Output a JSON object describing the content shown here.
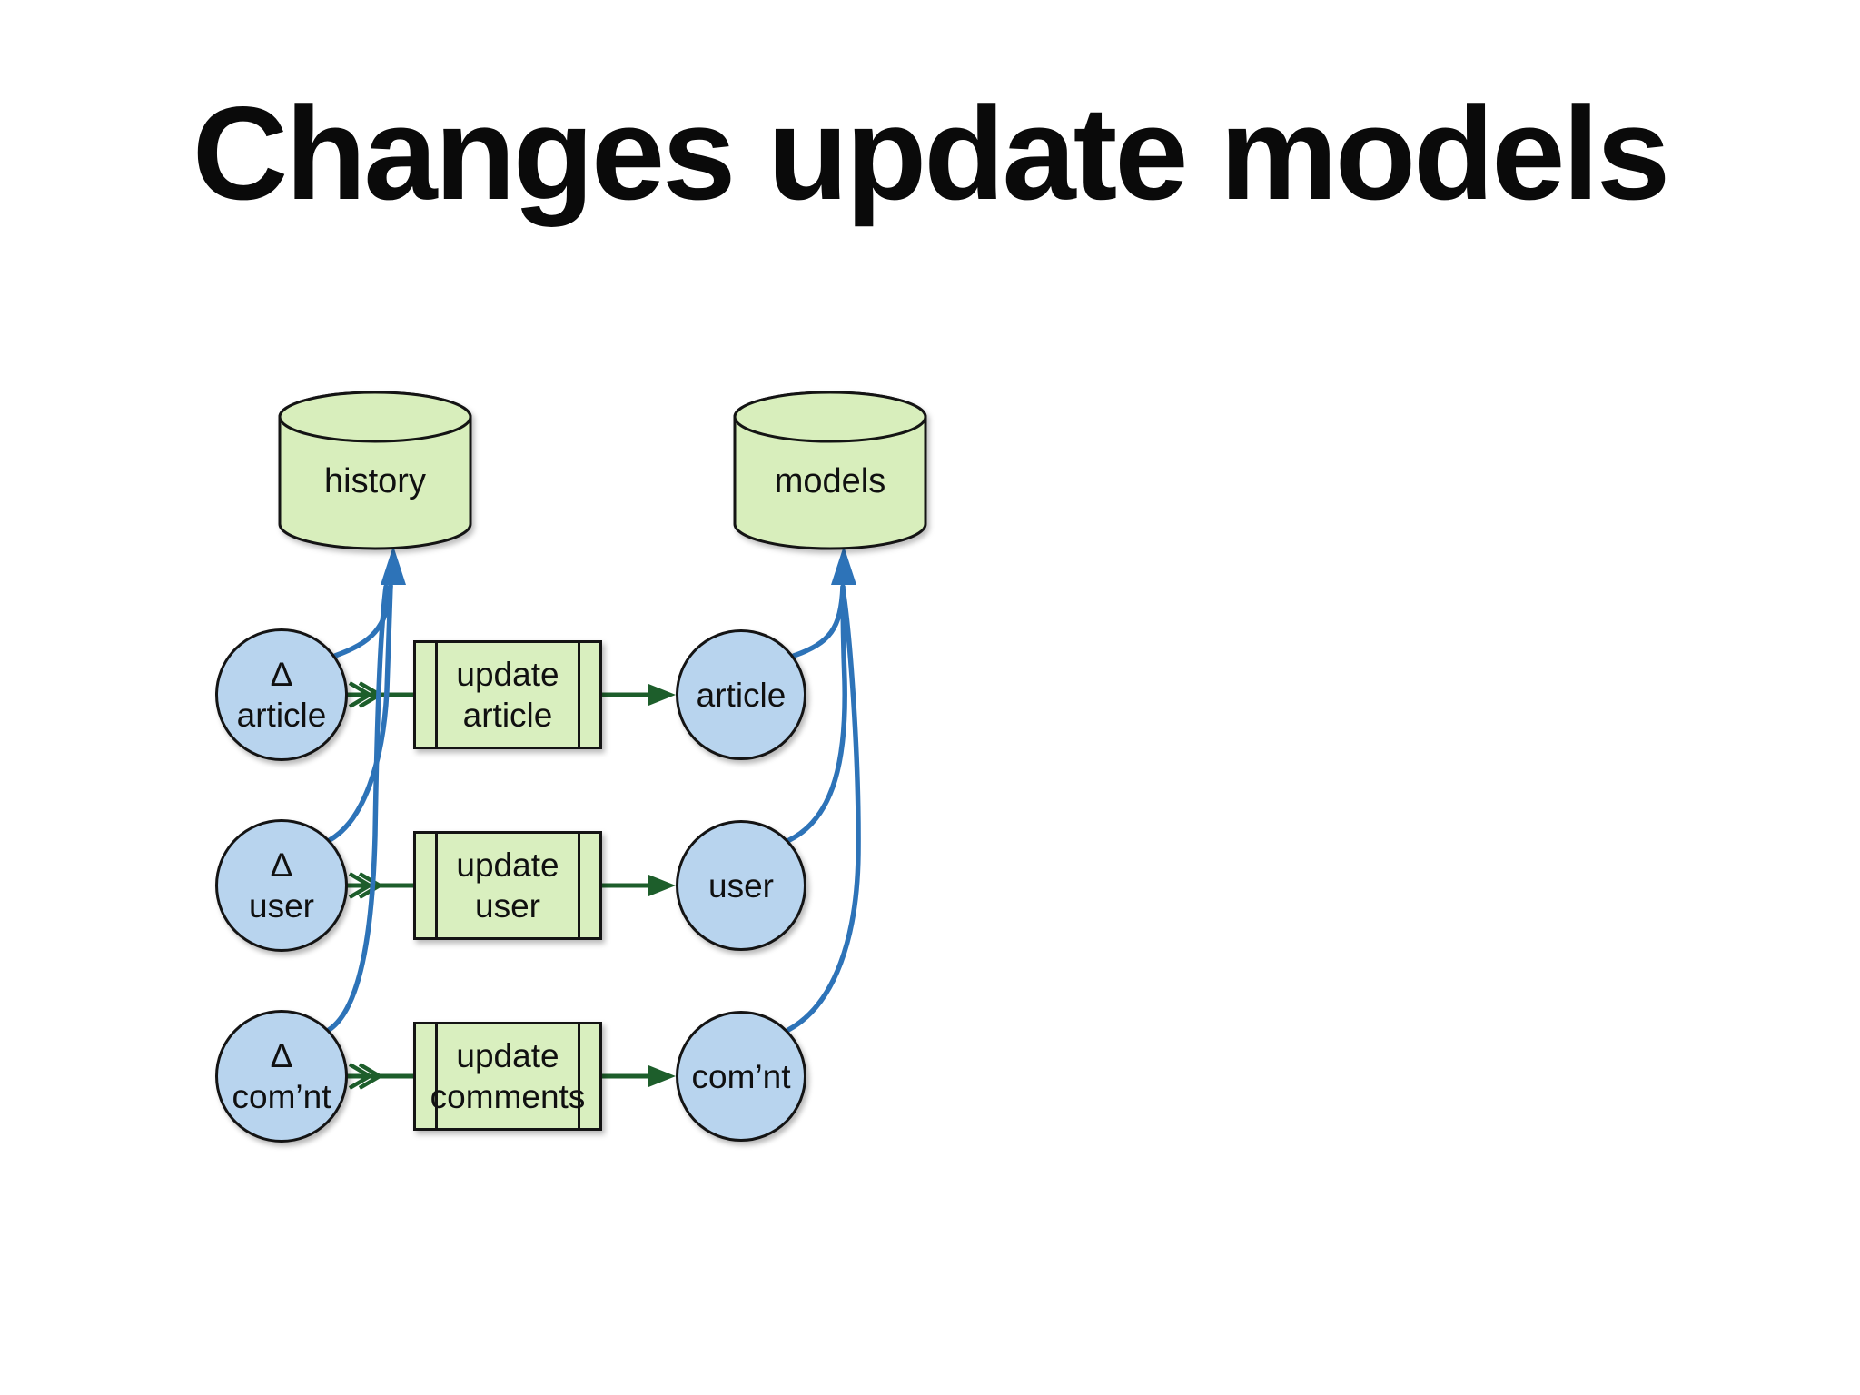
{
  "slide": {
    "title": "Changes update models",
    "background": "#ffffff"
  },
  "palette": {
    "store_fill": "#d8eebc",
    "process_fill": "#d9efbf",
    "entity_fill": "#b8d4ee",
    "outline": "#141414",
    "log_arrow_blue": "#2d73b8",
    "flow_arrow_green": "#1d5e2b"
  },
  "datastores": {
    "history": {
      "label": "history"
    },
    "models": {
      "label": "models"
    }
  },
  "rows": [
    {
      "delta_symbol": "Δ",
      "delta_name": "article",
      "process_line1": "update",
      "process_line2": "article",
      "result_name": "article"
    },
    {
      "delta_symbol": "Δ",
      "delta_name": "user",
      "process_line1": "update",
      "process_line2": "user",
      "result_name": "user"
    },
    {
      "delta_symbol": "Δ",
      "delta_name": "com’nt",
      "process_line1": "update",
      "process_line2": "comments",
      "result_name": "com’nt"
    }
  ],
  "edges": [
    {
      "from": "Δ article",
      "to": "update article",
      "type": "flow"
    },
    {
      "from": "update article",
      "to": "article",
      "type": "flow"
    },
    {
      "from": "Δ user",
      "to": "update user",
      "type": "flow"
    },
    {
      "from": "update user",
      "to": "user",
      "type": "flow"
    },
    {
      "from": "Δ com’nt",
      "to": "update comments",
      "type": "flow"
    },
    {
      "from": "update comments",
      "to": "com’nt",
      "type": "flow"
    },
    {
      "from": "Δ article",
      "to": "history",
      "type": "log"
    },
    {
      "from": "Δ user",
      "to": "history",
      "type": "log"
    },
    {
      "from": "Δ com’nt",
      "to": "history",
      "type": "log"
    },
    {
      "from": "article",
      "to": "models",
      "type": "log"
    },
    {
      "from": "user",
      "to": "models",
      "type": "log"
    },
    {
      "from": "com’nt",
      "to": "models",
      "type": "log"
    }
  ]
}
